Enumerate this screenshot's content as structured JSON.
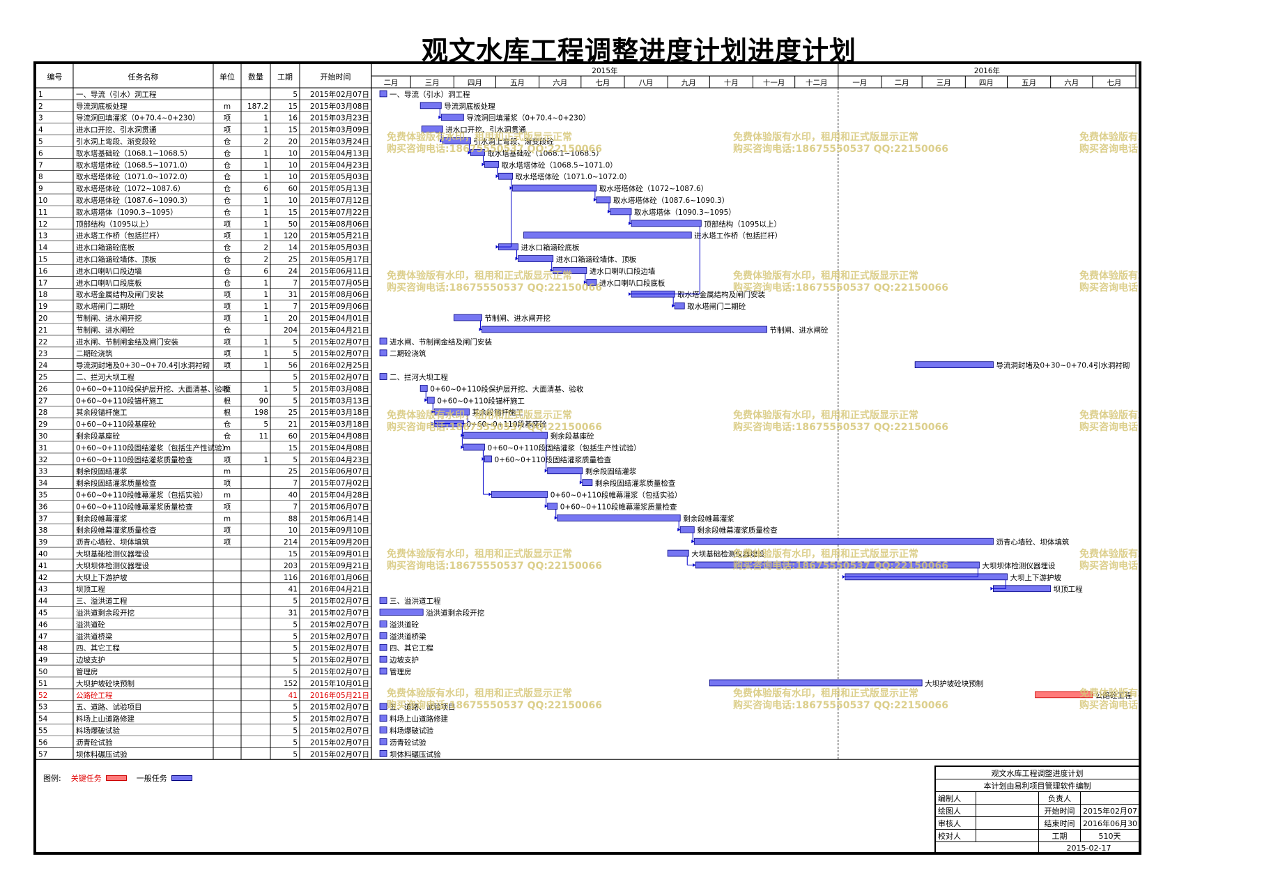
{
  "page_title": "观文水库工程调整进度计划进度计划",
  "columns": {
    "id": "编号",
    "name": "任务名称",
    "unit": "单位",
    "qty": "数量",
    "dur": "工期",
    "start": "开始时间"
  },
  "timeline": {
    "years": [
      {
        "label": "2015年",
        "start_month": 0,
        "months": 11
      },
      {
        "label": "2016年",
        "start_month": 11,
        "months": 7
      }
    ],
    "months": [
      "二月",
      "三月",
      "四月",
      "五月",
      "六月",
      "七月",
      "八月",
      "九月",
      "十月",
      "十一月",
      "十二月",
      "一月",
      "二月",
      "三月",
      "四月",
      "五月",
      "六月",
      "七月"
    ],
    "origin": "2015-02-01",
    "end": "2016-08-01",
    "year_divider": "2016-01-01"
  },
  "legend": {
    "label": "图例:",
    "critical": "关键任务",
    "normal": "一般任务"
  },
  "colors": {
    "normal_bar": "#7676f2",
    "normal_border": "#000080",
    "critical_bar": "#ff7a7a",
    "critical_border": "#cc0000",
    "critical_text": "#e00000",
    "watermark": "#d7c778"
  },
  "title_block": {
    "title": "观文水库工程调整进度计划",
    "subtitle": "本计划由易利项目管理软件编制",
    "rows": [
      [
        "编制人",
        "",
        "负责人",
        ""
      ],
      [
        "绘图人",
        "",
        "开始时间",
        "2015年02月07日"
      ],
      [
        "审核人",
        "",
        "结束时间",
        "2016年06月30日"
      ],
      [
        "校对人",
        "",
        "工期",
        "510天"
      ],
      [
        "",
        "",
        "",
        "2015-02-17"
      ]
    ]
  },
  "watermark": {
    "line1": "免费体验版有水印，租用和正式版显示正常",
    "line2": "购买咨询电话:18675550537 QQ:22150066"
  },
  "chart_data": {
    "type": "gantt",
    "title": "观文水库工程调整进度计划进度计划",
    "x_range": [
      "2015-02-01",
      "2016-08-01"
    ],
    "tasks": [
      {
        "id": "1",
        "name": "一、导流（引水）洞工程",
        "unit": "",
        "qty": "",
        "dur": "5",
        "start": "2015年02月07日",
        "s": "2015-02-07",
        "d": 5,
        "crit": false
      },
      {
        "id": "2",
        "name": "导流洞底板处理",
        "unit": "m",
        "qty": "187.2",
        "dur": "15",
        "start": "2015年03月08日",
        "s": "2015-03-08",
        "d": 15,
        "crit": false
      },
      {
        "id": "3",
        "name": "导流洞回填灌浆（0+70.4~0+230）",
        "unit": "项",
        "qty": "1",
        "dur": "16",
        "start": "2015年03月23日",
        "s": "2015-03-23",
        "d": 16,
        "crit": false
      },
      {
        "id": "4",
        "name": "进水口开挖、引水洞贯通",
        "unit": "项",
        "qty": "1",
        "dur": "15",
        "start": "2015年03月09日",
        "s": "2015-03-09",
        "d": 15,
        "crit": false
      },
      {
        "id": "5",
        "name": "引水洞上弯段、渐变段砼",
        "unit": "仓",
        "qty": "2",
        "dur": "20",
        "start": "2015年03月24日",
        "s": "2015-03-24",
        "d": 20,
        "crit": false
      },
      {
        "id": "6",
        "name": "取水塔基础砼（1068.1~1068.5）",
        "unit": "仓",
        "qty": "1",
        "dur": "10",
        "start": "2015年04月13日",
        "s": "2015-04-13",
        "d": 10,
        "crit": false
      },
      {
        "id": "7",
        "name": "取水塔塔体砼（1068.5~1071.0）",
        "unit": "仓",
        "qty": "1",
        "dur": "10",
        "start": "2015年04月23日",
        "s": "2015-04-23",
        "d": 10,
        "crit": false
      },
      {
        "id": "8",
        "name": "取水塔塔体砼（1071.0~1072.0）",
        "unit": "仓",
        "qty": "1",
        "dur": "10",
        "start": "2015年05月03日",
        "s": "2015-05-03",
        "d": 10,
        "crit": false
      },
      {
        "id": "9",
        "name": "取水塔塔体砼（1072~1087.6）",
        "unit": "仓",
        "qty": "6",
        "dur": "60",
        "start": "2015年05月13日",
        "s": "2015-05-13",
        "d": 60,
        "crit": false
      },
      {
        "id": "10",
        "name": "取水塔塔体砼（1087.6~1090.3）",
        "unit": "仓",
        "qty": "1",
        "dur": "10",
        "start": "2015年07月12日",
        "s": "2015-07-12",
        "d": 10,
        "crit": false
      },
      {
        "id": "11",
        "name": "取水塔塔体（1090.3~1095）",
        "unit": "仓",
        "qty": "1",
        "dur": "15",
        "start": "2015年07月22日",
        "s": "2015-07-22",
        "d": 15,
        "crit": false
      },
      {
        "id": "12",
        "name": "顶部结构（1095以上）",
        "unit": "项",
        "qty": "1",
        "dur": "50",
        "start": "2015年08月06日",
        "s": "2015-08-06",
        "d": 50,
        "crit": false
      },
      {
        "id": "13",
        "name": "进水塔工作桥（包括拦杆）",
        "unit": "项",
        "qty": "1",
        "dur": "120",
        "start": "2015年05月21日",
        "s": "2015-05-21",
        "d": 120,
        "crit": false
      },
      {
        "id": "14",
        "name": "进水口箱涵砼底板",
        "unit": "仓",
        "qty": "2",
        "dur": "14",
        "start": "2015年05月03日",
        "s": "2015-05-03",
        "d": 14,
        "crit": false
      },
      {
        "id": "15",
        "name": "进水口箱涵砼墙体、顶板",
        "unit": "仓",
        "qty": "2",
        "dur": "25",
        "start": "2015年05月17日",
        "s": "2015-05-17",
        "d": 25,
        "crit": false
      },
      {
        "id": "16",
        "name": "进水口喇叭口段边墙",
        "unit": "仓",
        "qty": "6",
        "dur": "24",
        "start": "2015年06月11日",
        "s": "2015-06-11",
        "d": 24,
        "crit": false
      },
      {
        "id": "17",
        "name": "进水口喇叭口段底板",
        "unit": "仓",
        "qty": "1",
        "dur": "7",
        "start": "2015年07月05日",
        "s": "2015-07-05",
        "d": 7,
        "crit": false
      },
      {
        "id": "18",
        "name": "取水塔金属结构及闸门安装",
        "unit": "项",
        "qty": "1",
        "dur": "31",
        "start": "2015年08月06日",
        "s": "2015-08-06",
        "d": 31,
        "crit": false
      },
      {
        "id": "19",
        "name": "取水塔闸门二期砼",
        "unit": "项",
        "qty": "1",
        "dur": "7",
        "start": "2015年09月06日",
        "s": "2015-09-06",
        "d": 7,
        "crit": false
      },
      {
        "id": "20",
        "name": "节制闸、进水闸开挖",
        "unit": "项",
        "qty": "1",
        "dur": "20",
        "start": "2015年04月01日",
        "s": "2015-04-01",
        "d": 20,
        "crit": false
      },
      {
        "id": "21",
        "name": "节制闸、进水闸砼",
        "unit": "仓",
        "qty": "",
        "dur": "204",
        "start": "2015年04月21日",
        "s": "2015-04-21",
        "d": 204,
        "crit": false
      },
      {
        "id": "22",
        "name": "进水闸、节制闸金结及闸门安装",
        "unit": "项",
        "qty": "1",
        "dur": "5",
        "start": "2015年02月07日",
        "s": "2015-02-07",
        "d": 5,
        "crit": false
      },
      {
        "id": "23",
        "name": "二期砼浇筑",
        "unit": "项",
        "qty": "1",
        "dur": "5",
        "start": "2015年02月07日",
        "s": "2015-02-07",
        "d": 5,
        "crit": false
      },
      {
        "id": "24",
        "name": "导流洞封堵及0+30~0+70.4引水洞衬砌",
        "unit": "项",
        "qty": "1",
        "dur": "56",
        "start": "2016年02月25日",
        "s": "2016-02-25",
        "d": 56,
        "crit": false
      },
      {
        "id": "25",
        "name": "二、拦河大坝工程",
        "unit": "",
        "qty": "",
        "dur": "5",
        "start": "2015年02月07日",
        "s": "2015-02-07",
        "d": 5,
        "crit": false
      },
      {
        "id": "26",
        "name": "0+60~0+110段保护层开挖、大面清基、验收",
        "unit": "项",
        "qty": "1",
        "dur": "5",
        "start": "2015年03月08日",
        "s": "2015-03-08",
        "d": 5,
        "crit": false
      },
      {
        "id": "27",
        "name": "0+60~0+110段锚杆施工",
        "unit": "根",
        "qty": "90",
        "dur": "5",
        "start": "2015年03月13日",
        "s": "2015-03-13",
        "d": 5,
        "crit": false
      },
      {
        "id": "28",
        "name": "其余段锚杆施工",
        "unit": "根",
        "qty": "198",
        "dur": "25",
        "start": "2015年03月18日",
        "s": "2015-03-18",
        "d": 25,
        "crit": false
      },
      {
        "id": "29",
        "name": "0+60~0+110段基座砼",
        "unit": "仓",
        "qty": "5",
        "dur": "21",
        "start": "2015年03月18日",
        "s": "2015-03-18",
        "d": 21,
        "crit": false
      },
      {
        "id": "30",
        "name": "剩余段基座砼",
        "unit": "仓",
        "qty": "11",
        "dur": "60",
        "start": "2015年04月08日",
        "s": "2015-04-08",
        "d": 60,
        "crit": false
      },
      {
        "id": "31",
        "name": "0+60~0+110段固结灌浆（包括生产性试验）",
        "unit": "m",
        "qty": "",
        "dur": "15",
        "start": "2015年04月08日",
        "s": "2015-04-08",
        "d": 15,
        "crit": false
      },
      {
        "id": "32",
        "name": "0+60~0+110段固结灌浆质量检查",
        "unit": "项",
        "qty": "1",
        "dur": "5",
        "start": "2015年04月23日",
        "s": "2015-04-23",
        "d": 5,
        "crit": false
      },
      {
        "id": "33",
        "name": "剩余段固结灌浆",
        "unit": "m",
        "qty": "",
        "dur": "25",
        "start": "2015年06月07日",
        "s": "2015-06-07",
        "d": 25,
        "crit": false
      },
      {
        "id": "34",
        "name": "剩余段固结灌浆质量检查",
        "unit": "项",
        "qty": "",
        "dur": "7",
        "start": "2015年07月02日",
        "s": "2015-07-02",
        "d": 7,
        "crit": false
      },
      {
        "id": "35",
        "name": "0+60~0+110段帷幕灌浆（包括实验）",
        "unit": "m",
        "qty": "",
        "dur": "40",
        "start": "2015年04月28日",
        "s": "2015-04-28",
        "d": 40,
        "crit": false
      },
      {
        "id": "36",
        "name": "0+60~0+110段帷幕灌浆质量检查",
        "unit": "项",
        "qty": "",
        "dur": "7",
        "start": "2015年06月07日",
        "s": "2015-06-07",
        "d": 7,
        "crit": false
      },
      {
        "id": "37",
        "name": "剩余段帷幕灌浆",
        "unit": "m",
        "qty": "",
        "dur": "88",
        "start": "2015年06月14日",
        "s": "2015-06-14",
        "d": 88,
        "crit": false
      },
      {
        "id": "38",
        "name": "剩余段帷幕灌浆质量检查",
        "unit": "项",
        "qty": "",
        "dur": "10",
        "start": "2015年09月10日",
        "s": "2015-09-10",
        "d": 10,
        "crit": false
      },
      {
        "id": "39",
        "name": "沥青心墙砼、坝体填筑",
        "unit": "项",
        "qty": "",
        "dur": "214",
        "start": "2015年09月20日",
        "s": "2015-09-20",
        "d": 214,
        "crit": false
      },
      {
        "id": "40",
        "name": "大坝基础检测仪器埋设",
        "unit": "",
        "qty": "",
        "dur": "15",
        "start": "2015年09月01日",
        "s": "2015-09-01",
        "d": 15,
        "crit": false
      },
      {
        "id": "41",
        "name": "大坝坝体检测仪器埋设",
        "unit": "",
        "qty": "",
        "dur": "203",
        "start": "2015年09月21日",
        "s": "2015-09-21",
        "d": 203,
        "crit": false
      },
      {
        "id": "42",
        "name": "大坝上下游护坡",
        "unit": "",
        "qty": "",
        "dur": "116",
        "start": "2016年01月06日",
        "s": "2016-01-06",
        "d": 116,
        "crit": false
      },
      {
        "id": "43",
        "name": "坝顶工程",
        "unit": "",
        "qty": "",
        "dur": "41",
        "start": "2016年04月21日",
        "s": "2016-04-21",
        "d": 41,
        "crit": false
      },
      {
        "id": "44",
        "name": "三、溢洪道工程",
        "unit": "",
        "qty": "",
        "dur": "5",
        "start": "2015年02月07日",
        "s": "2015-02-07",
        "d": 5,
        "crit": false
      },
      {
        "id": "45",
        "name": "溢洪道剩余段开挖",
        "unit": "",
        "qty": "",
        "dur": "31",
        "start": "2015年02月07日",
        "s": "2015-02-07",
        "d": 31,
        "crit": false
      },
      {
        "id": "46",
        "name": "溢洪道砼",
        "unit": "",
        "qty": "",
        "dur": "5",
        "start": "2015年02月07日",
        "s": "2015-02-07",
        "d": 5,
        "crit": false
      },
      {
        "id": "47",
        "name": "溢洪道桥梁",
        "unit": "",
        "qty": "",
        "dur": "5",
        "start": "2015年02月07日",
        "s": "2015-02-07",
        "d": 5,
        "crit": false
      },
      {
        "id": "48",
        "name": "四、其它工程",
        "unit": "",
        "qty": "",
        "dur": "5",
        "start": "2015年02月07日",
        "s": "2015-02-07",
        "d": 5,
        "crit": false
      },
      {
        "id": "49",
        "name": "边坡支护",
        "unit": "",
        "qty": "",
        "dur": "5",
        "start": "2015年02月07日",
        "s": "2015-02-07",
        "d": 5,
        "crit": false
      },
      {
        "id": "50",
        "name": "管理房",
        "unit": "",
        "qty": "",
        "dur": "5",
        "start": "2015年02月07日",
        "s": "2015-02-07",
        "d": 5,
        "crit": false
      },
      {
        "id": "51",
        "name": "大坝护坡砼块预制",
        "unit": "",
        "qty": "",
        "dur": "152",
        "start": "2015年10月01日",
        "s": "2015-10-01",
        "d": 152,
        "crit": false
      },
      {
        "id": "52",
        "name": "公路砼工程",
        "unit": "",
        "qty": "",
        "dur": "41",
        "start": "2016年05月21日",
        "s": "2016-05-21",
        "d": 41,
        "crit": true
      },
      {
        "id": "53",
        "name": "五、道路、试验项目",
        "unit": "",
        "qty": "",
        "dur": "5",
        "start": "2015年02月07日",
        "s": "2015-02-07",
        "d": 5,
        "crit": false
      },
      {
        "id": "54",
        "name": "料场上山道路修建",
        "unit": "",
        "qty": "",
        "dur": "5",
        "start": "2015年02月07日",
        "s": "2015-02-07",
        "d": 5,
        "crit": false
      },
      {
        "id": "55",
        "name": "料场爆破试验",
        "unit": "",
        "qty": "",
        "dur": "5",
        "start": "2015年02月07日",
        "s": "2015-02-07",
        "d": 5,
        "crit": false
      },
      {
        "id": "56",
        "name": "沥青砼试验",
        "unit": "",
        "qty": "",
        "dur": "5",
        "start": "2015年02月07日",
        "s": "2015-02-07",
        "d": 5,
        "crit": false
      },
      {
        "id": "57",
        "name": "坝体料碾压试验",
        "unit": "",
        "qty": "",
        "dur": "5",
        "start": "2015年02月07日",
        "s": "2015-02-07",
        "d": 5,
        "crit": false
      }
    ],
    "links": [
      [
        2,
        3
      ],
      [
        4,
        5
      ],
      [
        5,
        6
      ],
      [
        6,
        7
      ],
      [
        7,
        8
      ],
      [
        8,
        9
      ],
      [
        9,
        10
      ],
      [
        10,
        11
      ],
      [
        11,
        12
      ],
      [
        8,
        14
      ],
      [
        14,
        15
      ],
      [
        15,
        16
      ],
      [
        16,
        17
      ],
      [
        12,
        18
      ],
      [
        18,
        19
      ],
      [
        20,
        21
      ],
      [
        26,
        27
      ],
      [
        27,
        28
      ],
      [
        28,
        29
      ],
      [
        29,
        30
      ],
      [
        29,
        31
      ],
      [
        31,
        32
      ],
      [
        30,
        33
      ],
      [
        33,
        34
      ],
      [
        31,
        35
      ],
      [
        35,
        36
      ],
      [
        36,
        37
      ],
      [
        37,
        38
      ],
      [
        38,
        39
      ],
      [
        40,
        41
      ],
      [
        41,
        42
      ],
      [
        42,
        43
      ]
    ]
  }
}
